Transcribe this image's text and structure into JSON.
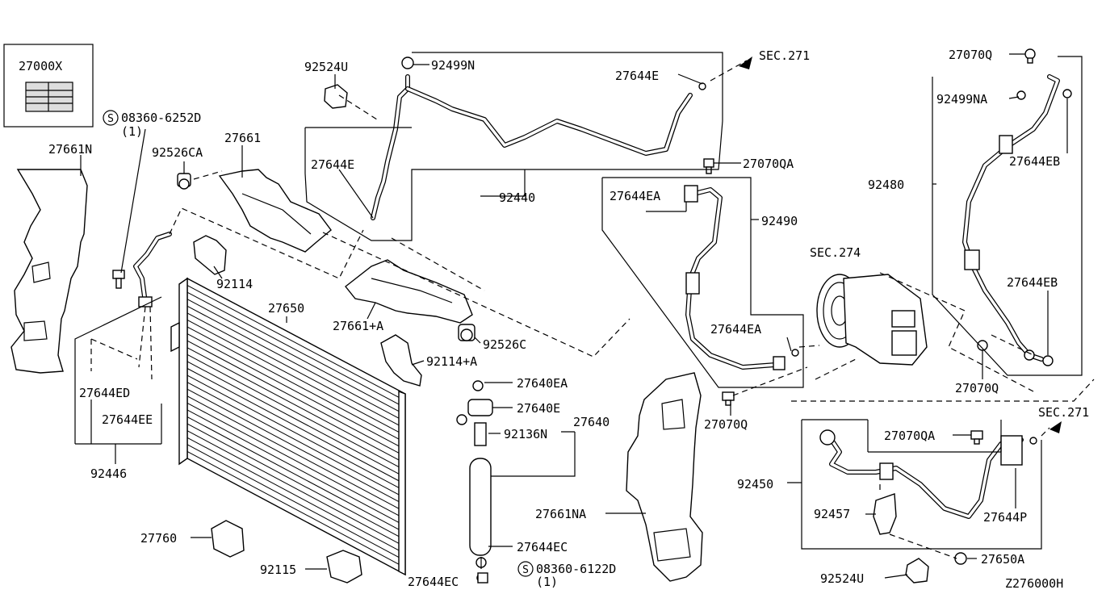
{
  "diagram_code": "Z276000H",
  "labels": {
    "p27000X": "27000X",
    "s083606252D": "08360-6252D",
    "s083606252D_qty": "(1)",
    "p27661N": "27661N",
    "p92526CA": "92526CA",
    "p27661": "27661",
    "p92524U_top": "92524U",
    "p92499N": "92499N",
    "p27644E_top": "27644E",
    "sec271_top": "SEC.271",
    "p27644E_left": "27644E",
    "p92440": "92440",
    "p27070QA_top": "27070QA",
    "p27644EA_top": "27644EA",
    "p92490": "92490",
    "p92114": "92114",
    "p27650": "27650",
    "p27661A": "27661+A",
    "p92526C": "92526C",
    "p92114A": "92114+A",
    "p27644ED": "27644ED",
    "p27644EE": "27644EE",
    "p92446": "92446",
    "p27640EA": "27640EA",
    "p27640E": "27640E",
    "p92136N": "92136N",
    "p27640": "27640",
    "p27661NA": "27661NA",
    "p27760": "27760",
    "p27644EC_right": "27644EC",
    "p27644EC_left": "27644EC",
    "s083606122D": "08360-6122D",
    "s083606122D_qty": "(1)",
    "p92115": "92115",
    "sec274": "SEC.274",
    "p27644EA_mid": "27644EA",
    "p27070Q_mid": "27070Q",
    "p27070Q_top": "27070Q",
    "p92499NA": "92499NA",
    "p27644EB_top": "27644EB",
    "p92480": "92480",
    "p27644EB_bottom": "27644EB",
    "p27070Q_right": "27070Q",
    "sec271_right": "SEC.271",
    "p27070QA_bottom": "27070QA",
    "p92450": "92450",
    "p92457": "92457",
    "p27644P": "27644P",
    "p27650A": "27650A",
    "p92524U_bottom": "92524U"
  }
}
